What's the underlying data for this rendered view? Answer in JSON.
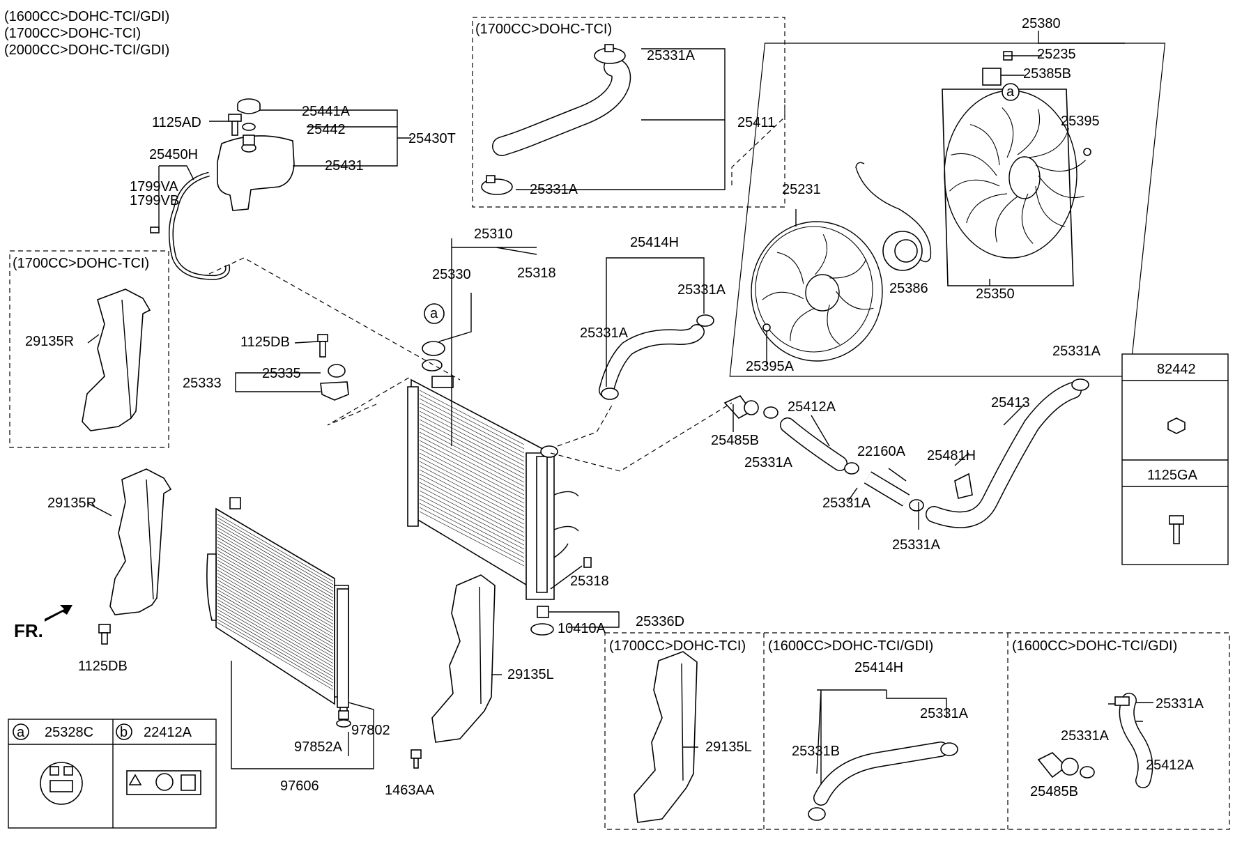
{
  "header_lines": [
    "(1600CC>DOHC-TCI/GDI)",
    "(1700CC>DOHC-TCI)",
    "(2000CC>DOHC-TCI/GDI)"
  ],
  "boxes": {
    "top_hose": "(1700CC>DOHC-TCI)",
    "left_guard": "(1700CC>DOHC-TCI)",
    "bottom_guard": "(1700CC>DOHC-TCI)",
    "bottom_hose_mid": "(1600CC>DOHC-TCI/GDI)",
    "bottom_hose_right": "(1600CC>DOHC-TCI/GDI)"
  },
  "callouts": {
    "c25441A": "25441A",
    "c1125AD": "1125AD",
    "c25442": "25442",
    "c25430T": "25430T",
    "c25431": "25431",
    "c25450H": "25450H",
    "c1799VA": "1799VA",
    "c1799VB": "1799VB",
    "c29135R_a": "29135R",
    "c29135R_b": "29135R",
    "c1125DB_a": "1125DB",
    "c1125DB_b": "1125DB",
    "c25335": "25335",
    "c25333": "25333",
    "c25310": "25310",
    "c25330": "25330",
    "c25318_a": "25318",
    "c25318_b": "25318",
    "c25414H_a": "25414H",
    "c25331A_1": "25331A",
    "c25331A_2": "25331A",
    "c25331A_3": "25331A",
    "c25331A_4": "25331A",
    "c25331A_5": "25331A",
    "c25331A_6": "25331A",
    "c25331A_7": "25331A",
    "c25331A_8": "25331A",
    "c25331A_9": "25331A",
    "c25331A_10": "25331A",
    "c25331A_11": "25331A",
    "c25411": "25411",
    "c25380": "25380",
    "c25235": "25235",
    "c25385B": "25385B",
    "c25395": "25395",
    "c25231": "25231",
    "c25386": "25386",
    "c25350": "25350",
    "c25395A": "25395A",
    "c25412A_a": "25412A",
    "c25412A_b": "25412A",
    "c25485B_a": "25485B",
    "c25485B_b": "25485B",
    "c22160A": "22160A",
    "c25481H": "25481H",
    "c25413": "25413",
    "c25336D": "25336D",
    "c10410A": "10410A",
    "c29135L_a": "29135L",
    "c29135L_b": "29135L",
    "c1463AA": "1463AA",
    "c97802": "97802",
    "c97852A": "97852A",
    "c97606": "97606",
    "c25414H_b": "25414H",
    "c25331B": "25331B",
    "fr": "FR.",
    "circle_a_1": "a",
    "circle_a_2": "a"
  },
  "legend": {
    "a_letter": "a",
    "a_part": "25328C",
    "b_letter": "b",
    "b_part": "22412A",
    "right_top": "82442",
    "right_bottom": "1125GA"
  }
}
